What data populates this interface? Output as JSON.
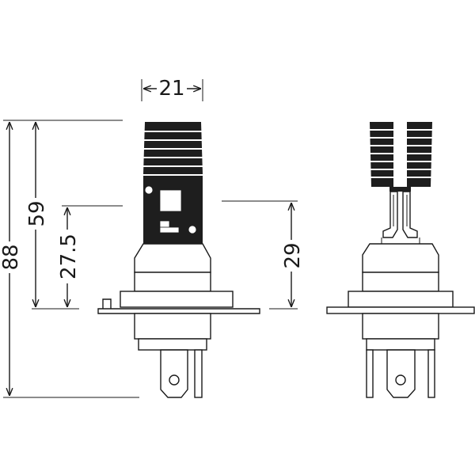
{
  "dimensions": {
    "width_top": "21",
    "height_total": "88",
    "height_59": "59",
    "height_27_5": "27.5",
    "height_29": "29"
  },
  "colors": {
    "line": "#1a1a1a",
    "heatsink": "#1e1e1e",
    "background": "#ffffff"
  }
}
